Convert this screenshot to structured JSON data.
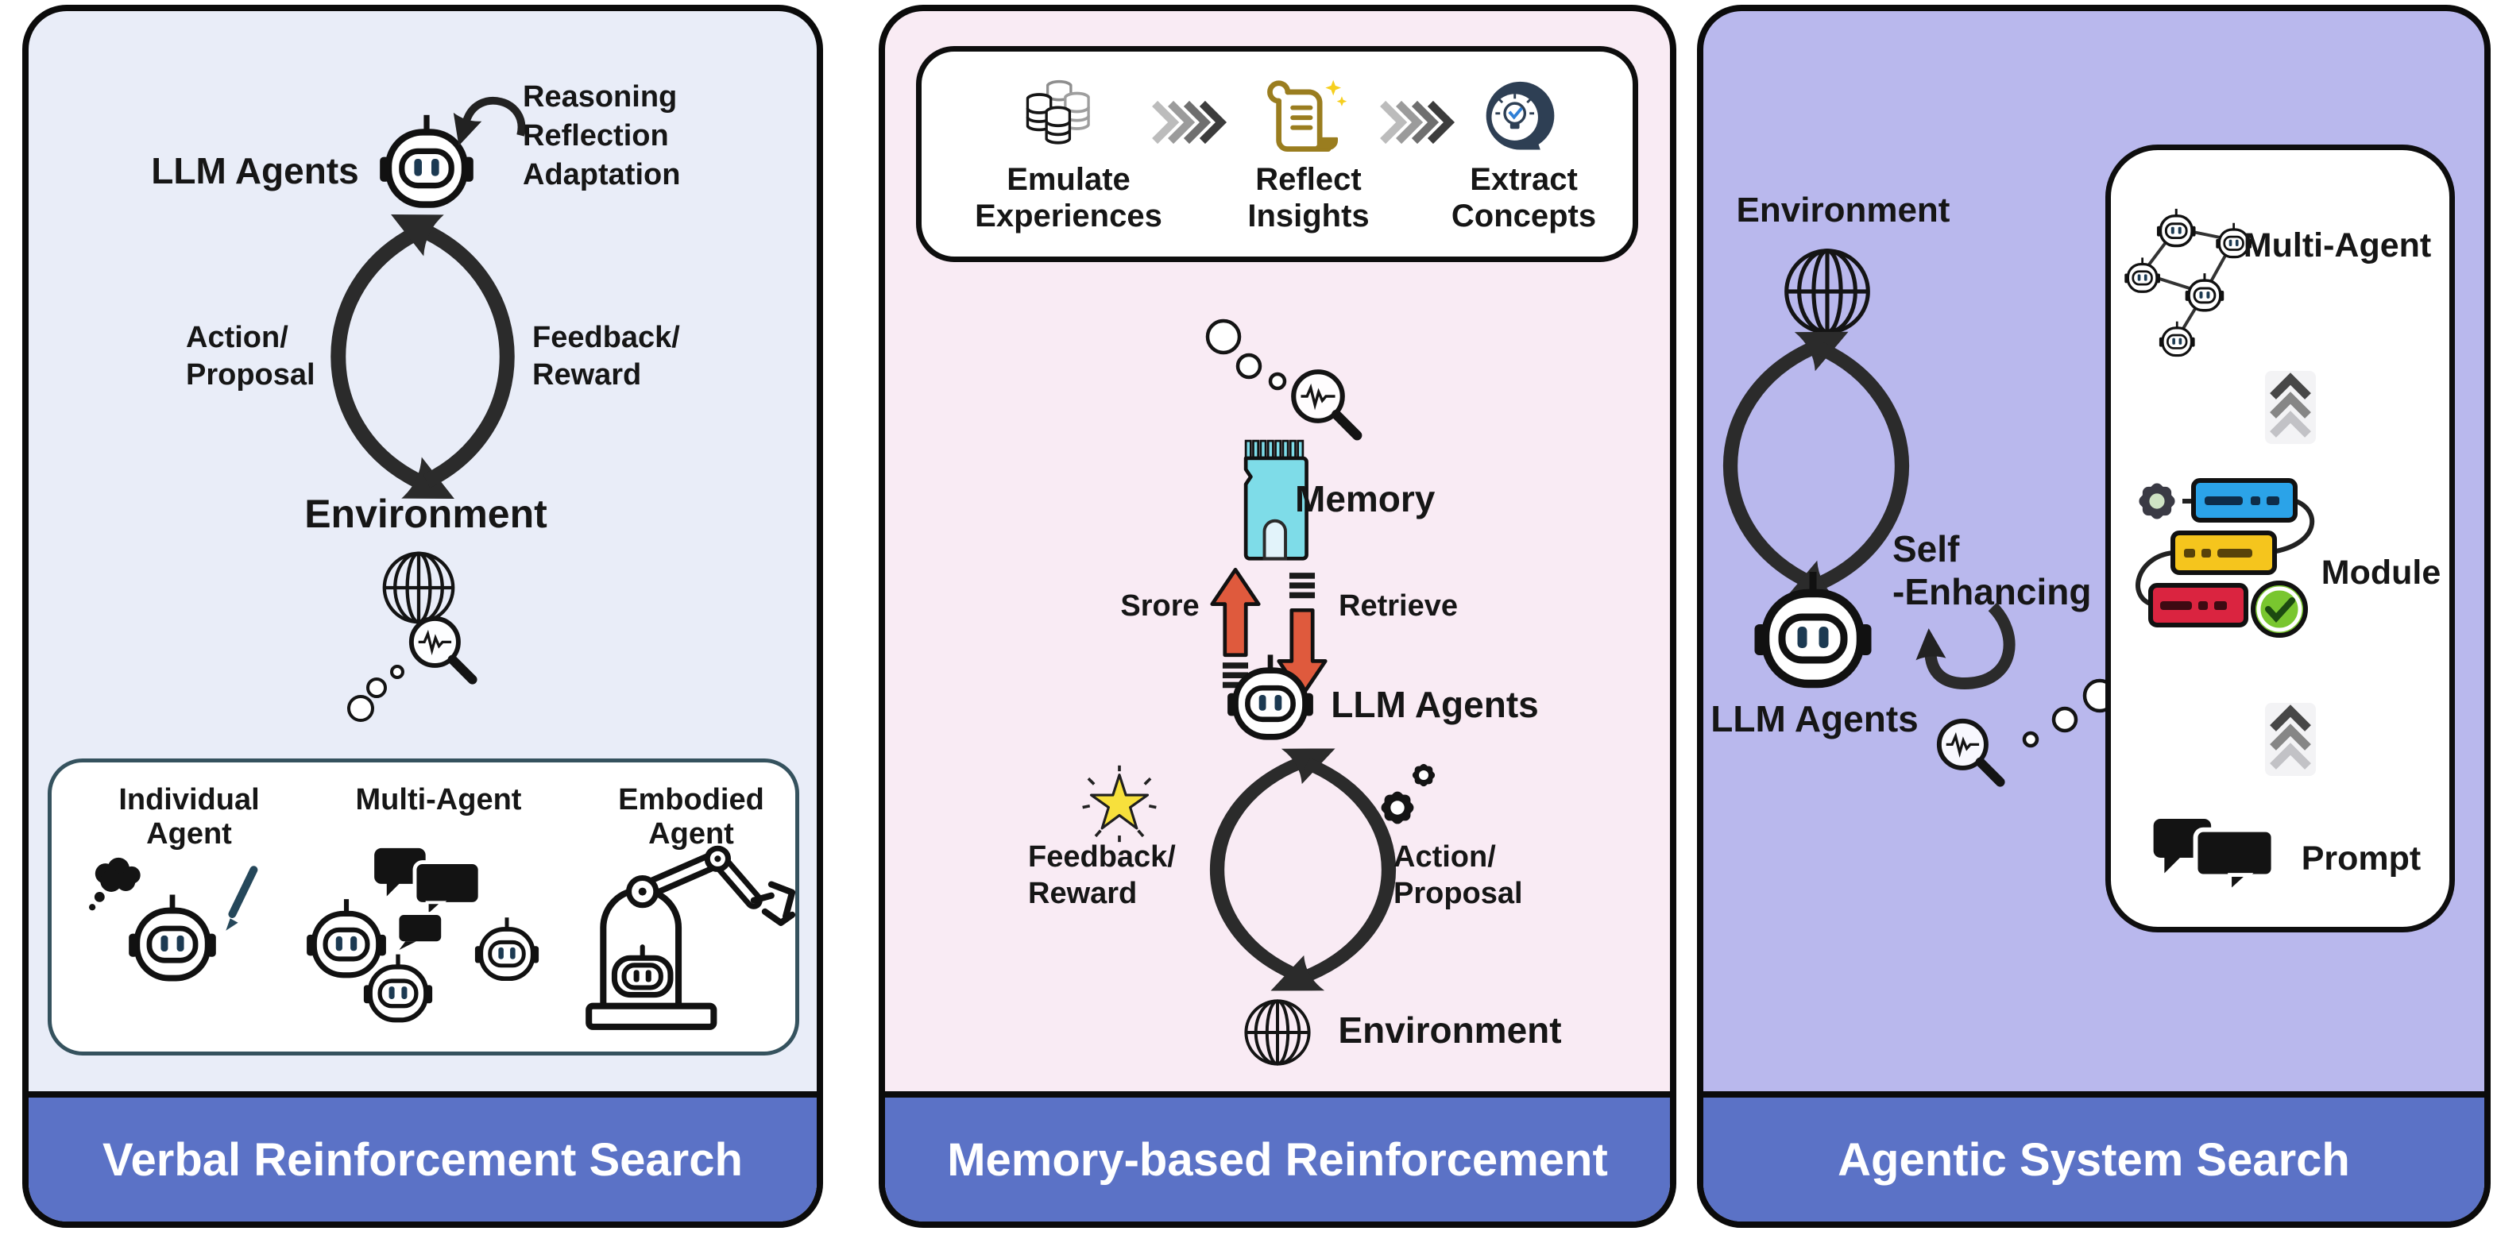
{
  "figure": {
    "panels": [
      {
        "title": "Verbal Reinforcement Search",
        "agent_label": "LLM Agents",
        "loop_caption_lines": [
          "Reasoning",
          "Reflection",
          "Adaptation"
        ],
        "down_label_lines": [
          "Action/",
          "Proposal"
        ],
        "up_label_lines": [
          "Feedback/",
          "Reward"
        ],
        "environment_label": "Environment",
        "agent_types": [
          "Individual Agent",
          "Multi-Agent",
          "Embodied Agent"
        ]
      },
      {
        "title": "Memory-based Reinforcement",
        "pipeline_steps": [
          {
            "icon": "database-icon",
            "label_lines": [
              "Emulate",
              "Experiences"
            ]
          },
          {
            "icon": "scroll-icon",
            "label_lines": [
              "Reflect",
              "Insights"
            ]
          },
          {
            "icon": "head-bulb-icon",
            "label_lines": [
              "Extract",
              "Concepts"
            ]
          }
        ],
        "memory_label": "Memory",
        "store_label": "Srore",
        "retrieve_label": "Retrieve",
        "agent_label": "LLM Agents",
        "up_label_lines": [
          "Feedback/",
          "Reward"
        ],
        "down_label_lines": [
          "Action/",
          "Proposal"
        ],
        "environment_label": "Environment"
      },
      {
        "title": "Agentic System Search",
        "environment_label": "Environment",
        "self_label_lines": [
          "Self",
          "-Enhancing"
        ],
        "agent_label": "LLM Agents",
        "search_space": [
          {
            "icon": "agent-graph-icon",
            "label": "Multi-Agent"
          },
          {
            "icon": "module-chain-icon",
            "label": "Module"
          },
          {
            "icon": "prompt-bubbles-icon",
            "label": "Prompt"
          }
        ]
      }
    ],
    "colors": {
      "panel1_bg": "#e9edf8",
      "panel2_bg": "#f9ebf4",
      "panel3_bg": "#b9b8ed",
      "banner_bg": "#5b72c6",
      "banner_text": "#ffffff",
      "outline": "#111111",
      "memory_chip_cyan": "#7edce8",
      "store_arrow_orange": "#df5a3d",
      "star_yellow": "#f7e03c",
      "scroll_gold": "#9a7d1f",
      "head_navy": "#2e3f54",
      "module_blue": "#2ba3e8",
      "module_yellow": "#f5c51d",
      "module_red": "#da2440",
      "check_green": "#79c62f"
    }
  }
}
